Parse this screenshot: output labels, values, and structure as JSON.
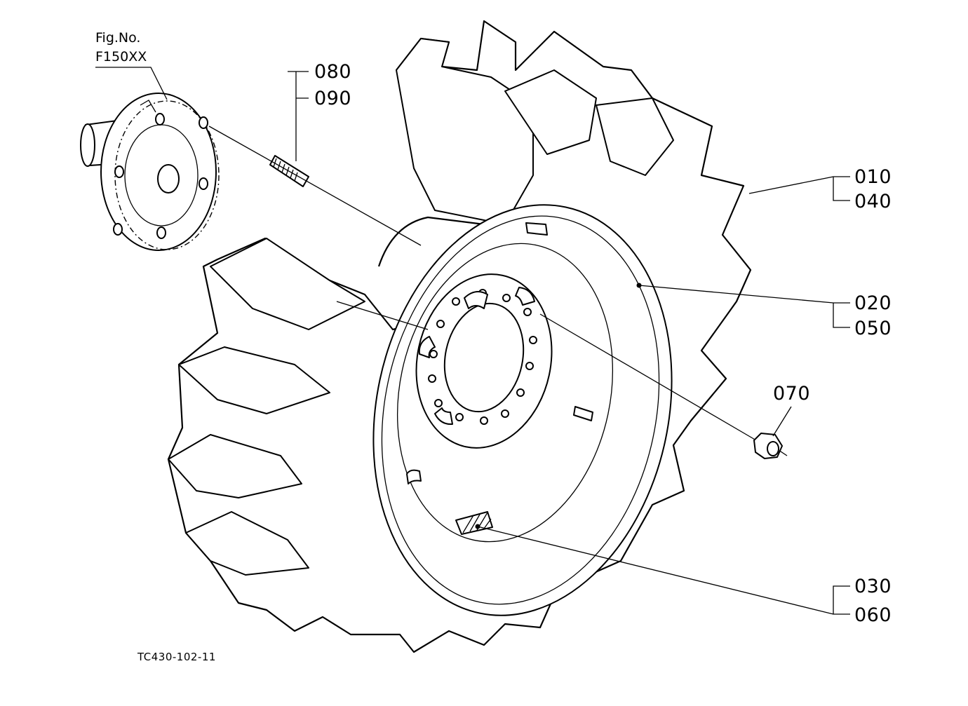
{
  "figure": {
    "fig_no_label": "Fig.No.",
    "fig_no_value": "F150XX",
    "drawing_code": "TC430-102-11"
  },
  "callouts": {
    "c010": "010",
    "c040": "040",
    "c020": "020",
    "c050": "050",
    "c030": "030",
    "c060": "060",
    "c070": "070",
    "c080": "080",
    "c090": "090"
  }
}
